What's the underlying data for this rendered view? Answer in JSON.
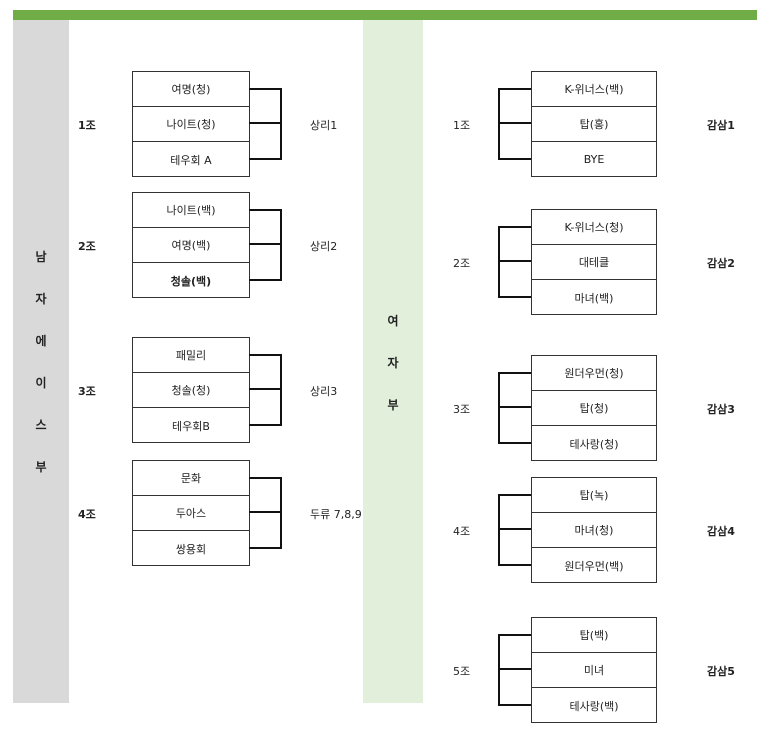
{
  "colors": {
    "top_bar": "#70ad47",
    "men_column": "#d9d9d9",
    "women_column": "#e2efda"
  },
  "men": {
    "label_chars": [
      "남",
      "자",
      "에",
      "이",
      "스",
      "부"
    ],
    "groups": [
      {
        "label": "1조",
        "teams": [
          "여명(청)",
          "나이트(청)",
          "테우회 A"
        ],
        "bold": [],
        "result": "상리1"
      },
      {
        "label": "2조",
        "teams": [
          "나이트(백)",
          "여명(백)",
          "청솔(백)"
        ],
        "bold": [
          2
        ],
        "result": "상리2"
      },
      {
        "label": "3조",
        "teams": [
          "패밀리",
          "청솔(청)",
          "테우회B"
        ],
        "bold": [],
        "result": "상리3"
      },
      {
        "label": "4조",
        "teams": [
          "문화",
          "두아스",
          "쌍용회"
        ],
        "bold": [],
        "result": "두류 7,8,9"
      }
    ]
  },
  "women": {
    "label_chars": [
      "여",
      "자",
      "부"
    ],
    "groups": [
      {
        "label": "1조",
        "teams": [
          "K-위너스(백)",
          "탑(홍)",
          "BYE"
        ],
        "result": "감삼1"
      },
      {
        "label": "2조",
        "teams": [
          "K-위너스(청)",
          "대테클",
          "마녀(백)"
        ],
        "result": "감삼2"
      },
      {
        "label": "3조",
        "teams": [
          "원더우먼(청)",
          "탑(청)",
          "테사랑(청)"
        ],
        "result": "감삼3"
      },
      {
        "label": "4조",
        "teams": [
          "탑(녹)",
          "마녀(청)",
          "원더우먼(백)"
        ],
        "result": "감삼4"
      },
      {
        "label": "5조",
        "teams": [
          "탑(백)",
          "미녀",
          "테사랑(백)"
        ],
        "result": "감삼5"
      }
    ]
  }
}
